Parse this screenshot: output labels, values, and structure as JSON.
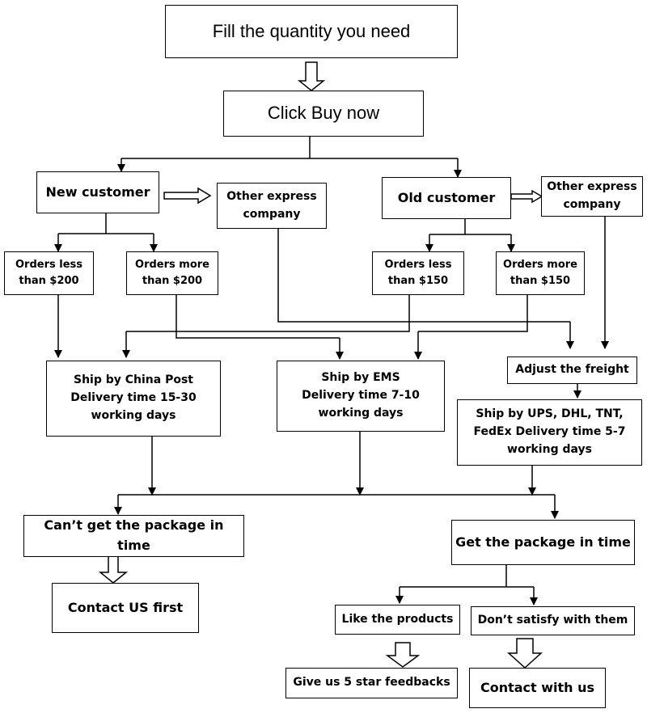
{
  "nodes": {
    "fill_quantity": "Fill the quantity you need",
    "click_buy_now": "Click Buy now",
    "new_customer": "New customer",
    "other_express_new": "Other express company",
    "old_customer": "Old customer",
    "other_express_old": "Other express company",
    "orders_less_200": "Orders less than $200",
    "orders_more_200": "Orders more than $200",
    "orders_less_150": "Orders less than $150",
    "orders_more_150": "Orders more than $150",
    "adjust_freight": "Adjust the freight",
    "china_post": "Ship by China Post Delivery time 15-30 working days",
    "ems": "Ship by EMS Delivery time 7-10 working days",
    "ups_dhl": "Ship by UPS, DHL, TNT, FedEx Delivery time 5-7 working days",
    "cant_get_package": "Can’t get the package in time",
    "get_package": "Get the package in time",
    "contact_us_first": "Contact US first",
    "like_products": "Like the products",
    "dont_satisfy": "Don’t satisfy with them",
    "five_star": "Give us 5 star feedbacks",
    "contact_with_us": "Contact with us"
  }
}
